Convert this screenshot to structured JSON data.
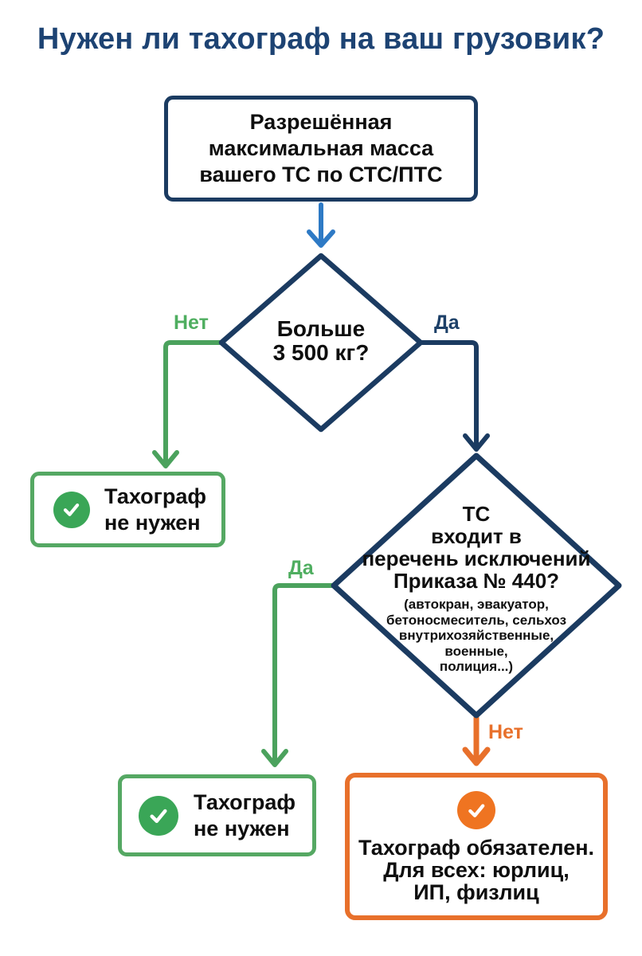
{
  "title": "Нужен ли тахограф на ваш грузовик?",
  "colors": {
    "navy": "#1b3b61",
    "blue_arrow": "#2e7ac5",
    "green": "#55a863",
    "green_circle": "#3aa657",
    "orange": "#e8702b",
    "text": "#0e0e0e"
  },
  "flow": {
    "start_box": {
      "text": "Разрешённая\nмаксимальная масса\nвашего ТС по СТС/ПТС"
    },
    "decision1": {
      "question": "Больше\n3 500 кг?",
      "no_label": "Нет",
      "yes_label": "Да"
    },
    "result_no1": {
      "text": "Тахограф\nне нужен",
      "icon": "check-icon"
    },
    "decision2": {
      "question": "ТС\nвходит в\nперечень исключений\nПриказа № 440?",
      "examples": "(автокран, эвакуатор,\nбетоносмеситель, сельхоз\nвнутрихозяйственные,\nвоенные,\nполиция...)",
      "yes_label": "Да",
      "no_label": "Нет"
    },
    "result_no2": {
      "text": "Тахограф\nне нужен",
      "icon": "check-icon"
    },
    "result_required": {
      "text": "Тахограф обязателен.\nДля всех: юрлиц,\nИП, физлиц",
      "icon": "check-icon"
    }
  }
}
